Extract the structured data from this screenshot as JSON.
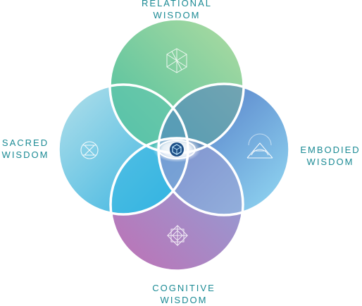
{
  "labels": {
    "top": [
      "RELATIONAL",
      "WISDOM"
    ],
    "left": [
      "SACRED",
      "WISDOM"
    ],
    "right": [
      "EMBODIED",
      "WISDOM"
    ],
    "bottom": [
      "COGNITIVE",
      "WISDOM"
    ]
  },
  "colors": {
    "label_text": "#1a8a94",
    "top_circle": [
      "#4fc0a0",
      "#a6d9a0"
    ],
    "left_circle": [
      "#a6dce8",
      "#3fb3de"
    ],
    "right_circle": [
      "#4e72c2",
      "#8fd6f2"
    ],
    "bottom_circle": [
      "#b86bb8",
      "#8f9fd8"
    ],
    "stroke": "#ffffff"
  },
  "icons": {
    "top": "hexagon-cube-icon",
    "left": "hourglass-circle-icon",
    "right": "mountain-sun-icon",
    "bottom": "interlocked-squares-icon",
    "center": "cube-lens-icon"
  }
}
